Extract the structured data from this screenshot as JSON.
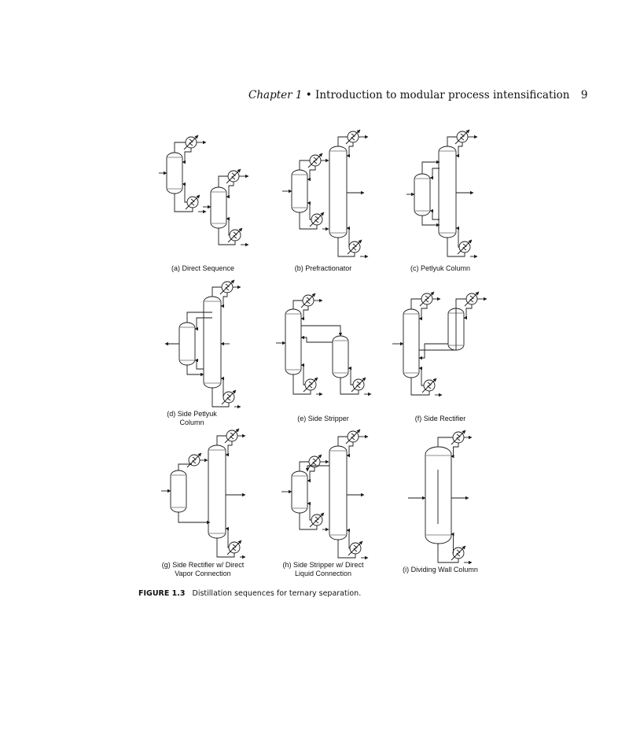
{
  "header": {
    "chapter": "Chapter 1",
    "bullet": "•",
    "title": "Introduction to modular process intensification",
    "page_number": "9"
  },
  "panels": [
    {
      "id": "a",
      "label": [
        "(a) Direct Sequence"
      ]
    },
    {
      "id": "b",
      "label": [
        "(b) Prefractionator"
      ]
    },
    {
      "id": "c",
      "label": [
        "(c) Petlyuk Column"
      ]
    },
    {
      "id": "d",
      "label": [
        "(d) Side Petlyuk",
        "Column"
      ]
    },
    {
      "id": "e",
      "label": [
        "(e) Side Stripper"
      ]
    },
    {
      "id": "f",
      "label": [
        "(f) Side Rectifier"
      ]
    },
    {
      "id": "g",
      "label": [
        "(g) Side Rectifier w/ Direct",
        "Vapor Connection"
      ]
    },
    {
      "id": "h",
      "label": [
        "(h) Side Stripper w/ Direct",
        "Liquid Connection"
      ]
    },
    {
      "id": "i",
      "label": [
        "(i) Dividing Wall Column"
      ]
    }
  ],
  "caption": {
    "figure_number": "FIGURE 1.3",
    "text": "Distillation sequences for ternary separation."
  },
  "colors": {
    "line": "#1a1a1a",
    "background": "#ffffff"
  }
}
